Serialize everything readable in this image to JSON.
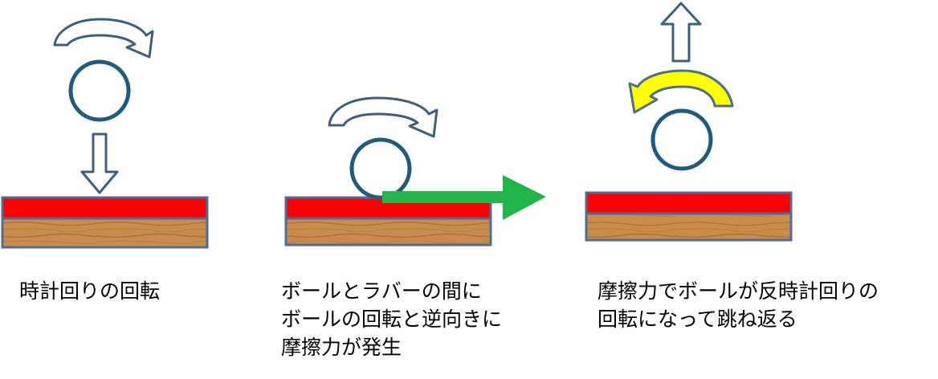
{
  "colors": {
    "rubber": "#ff0000",
    "board_outline": "#4f6b97",
    "wood_base": "#c88c4c",
    "wood_grain": "#a86a30",
    "ball_outline": "#1f5a7f",
    "outline_arrow": "#3b5f80",
    "friction_arrow": "#22b54a",
    "reverse_spin_arrow": "#ffff00",
    "reverse_spin_outline": "#4a6f8a"
  },
  "panels": [
    {
      "id": "falling",
      "spin_direction": "clockwise",
      "caption_lines": [
        "時計回りの回転"
      ]
    },
    {
      "id": "contact",
      "spin_direction": "clockwise",
      "caption_lines": [
        "ボールとラバーの間に",
        "ボールの回転と逆向きに",
        "摩擦力が発生"
      ]
    },
    {
      "id": "rebound",
      "spin_direction": "counter-clockwise",
      "caption_lines": [
        "摩擦力でボールが反時計回りの",
        "回転になって跳ね返る"
      ]
    }
  ]
}
